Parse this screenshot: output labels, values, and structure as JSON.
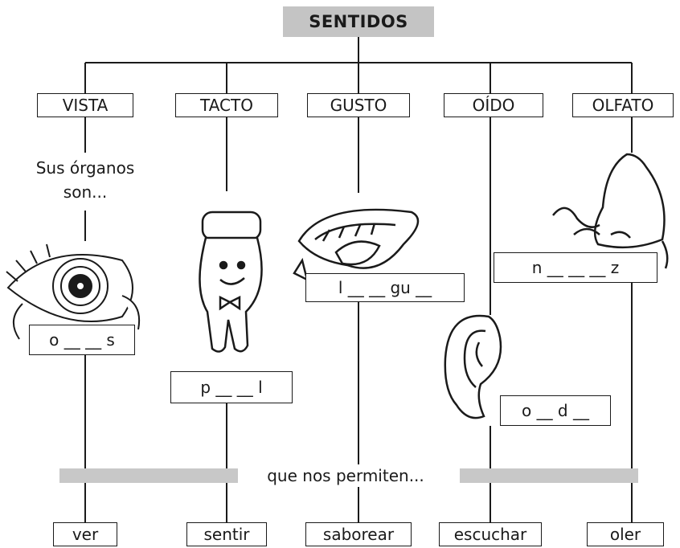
{
  "title": "SENTIDOS",
  "senses": [
    "VISTA",
    "TACTO",
    "GUSTO",
    "OÍDO",
    "OLFATO"
  ],
  "intro_text": "Sus órganos son...",
  "organs": [
    "o __ __ s",
    "p __ __ l",
    "l __ __ gu __",
    "o __ d __",
    "n __ __ __ z"
  ],
  "connector_text": "que nos permiten...",
  "actions": [
    "ver",
    "sentir",
    "saborear",
    "escuchar",
    "oler"
  ],
  "colors": {
    "bar": "#c4c4c4",
    "line": "#1a1a1a"
  },
  "icons": [
    "eye-icon",
    "finger-icon",
    "mouth-icon",
    "ear-icon",
    "nose-icon"
  ]
}
